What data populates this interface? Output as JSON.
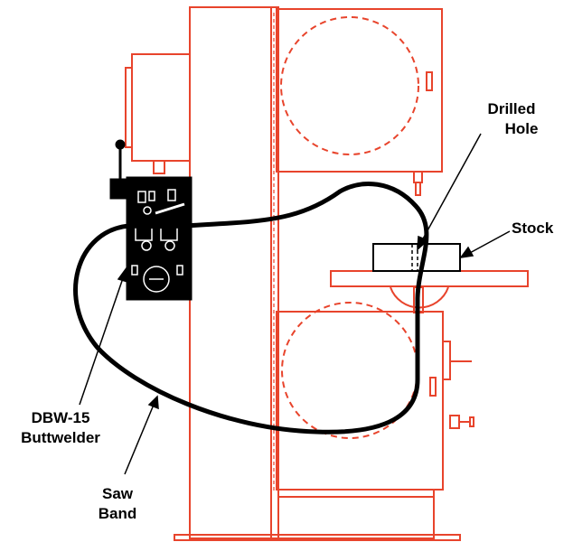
{
  "labels": {
    "drilled_hole_line1": "Drilled",
    "drilled_hole_line2": "Hole",
    "stock": "Stock",
    "buttwelder_line1": "DBW-15",
    "buttwelder_line2": "Buttwelder",
    "saw_band_line1": "Saw",
    "saw_band_line2": "Band"
  },
  "colors": {
    "machine": "#e8442c",
    "ink": "#000000",
    "background": "#ffffff"
  }
}
